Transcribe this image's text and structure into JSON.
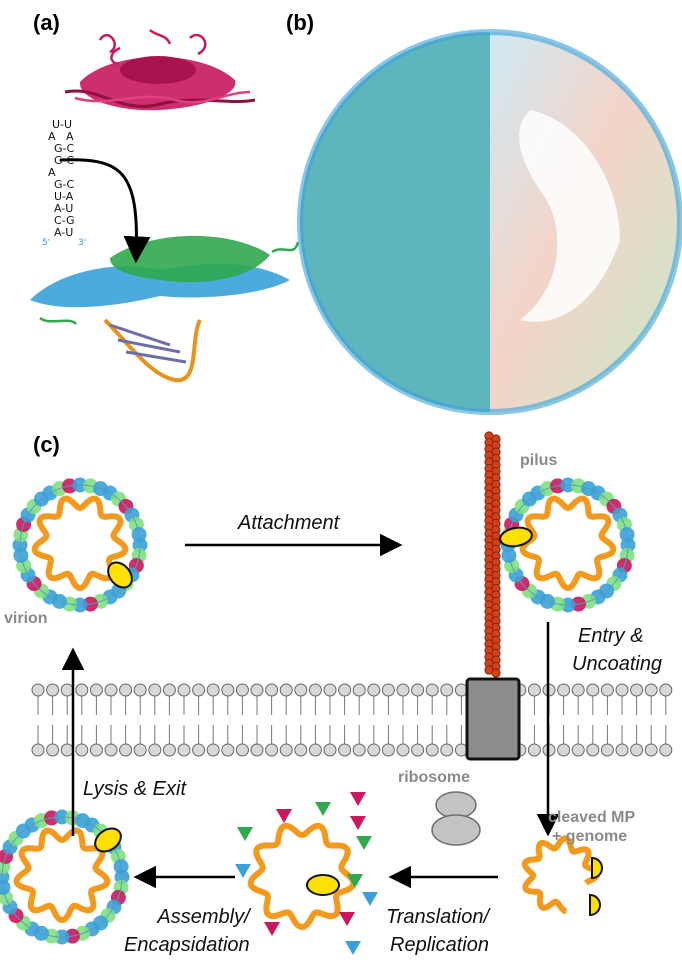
{
  "panels": {
    "a": "(a)",
    "b": "(b)",
    "c": "(c)"
  },
  "rna_hairpin": {
    "rows": [
      "U-U",
      "A   A",
      "G-C",
      "G-C",
      "A",
      "G-C",
      "U-A",
      "A-U",
      "C-G",
      "A-U"
    ],
    "five_prime": "5'",
    "three_prime": "3'"
  },
  "labels": {
    "pilus": "pilus",
    "virion": "virion",
    "ribosome": "ribosome",
    "cleaved_mp_line1": "cleaved MP",
    "cleaved_mp_line2": "+ genome"
  },
  "steps": {
    "attachment": "Attachment",
    "entry_line1": "Entry &",
    "entry_line2": "Uncoating",
    "lysis": "Lysis & Exit",
    "translation_line1": "Translation/",
    "translation_line2": "Replication",
    "assembly_line1": "Assembly/",
    "assembly_line2": "Encapsidation"
  },
  "colors": {
    "magenta": "#c8185e",
    "green": "#2fa84f",
    "blue": "#3aa1d8",
    "orange": "#f39a1e",
    "yellow": "#ffe000",
    "pilus": "#d2421a",
    "membrane": "#d8d8d8",
    "channel": "#8c8c8c",
    "ribosome": "#c4c4c4",
    "label_gray": "#8a8a8a"
  }
}
